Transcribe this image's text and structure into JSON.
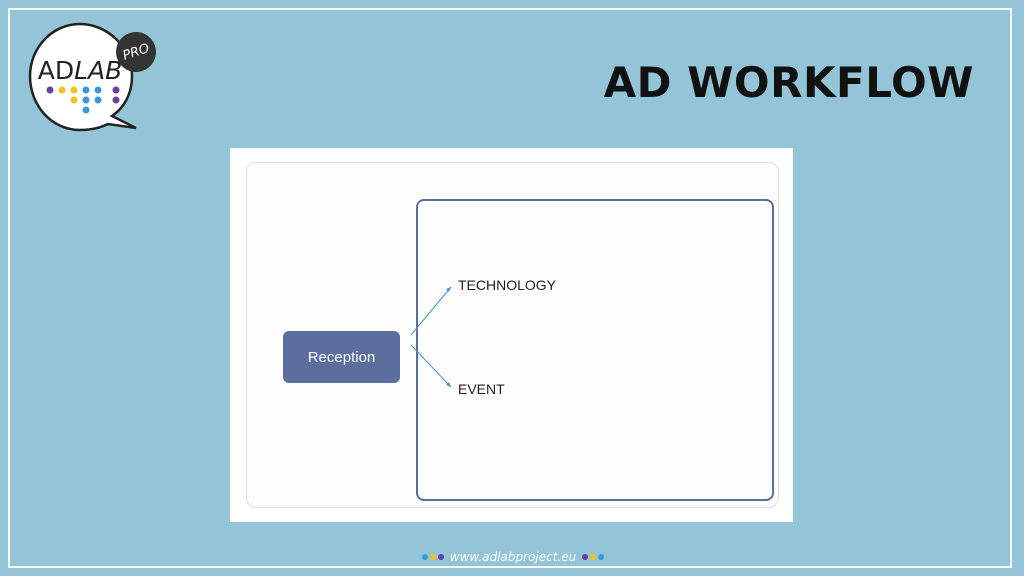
{
  "header": {
    "title": "AD WORKFLOW",
    "logo": {
      "main_text_plain": "AD",
      "main_text_italic": "LAB",
      "badge_text": "PRO"
    }
  },
  "diagram": {
    "root": "Reception",
    "branches": [
      "TECHNOLOGY",
      "EVENT"
    ]
  },
  "footer": {
    "url": "www.adlabproject.eu"
  },
  "colors": {
    "background": "#93c4d8",
    "node_fill": "#5a6f9e",
    "connector": "#4a90d9",
    "dot_purple": "#6b3fa0",
    "dot_yellow": "#f2c21b",
    "dot_blue": "#3a9ad9"
  }
}
